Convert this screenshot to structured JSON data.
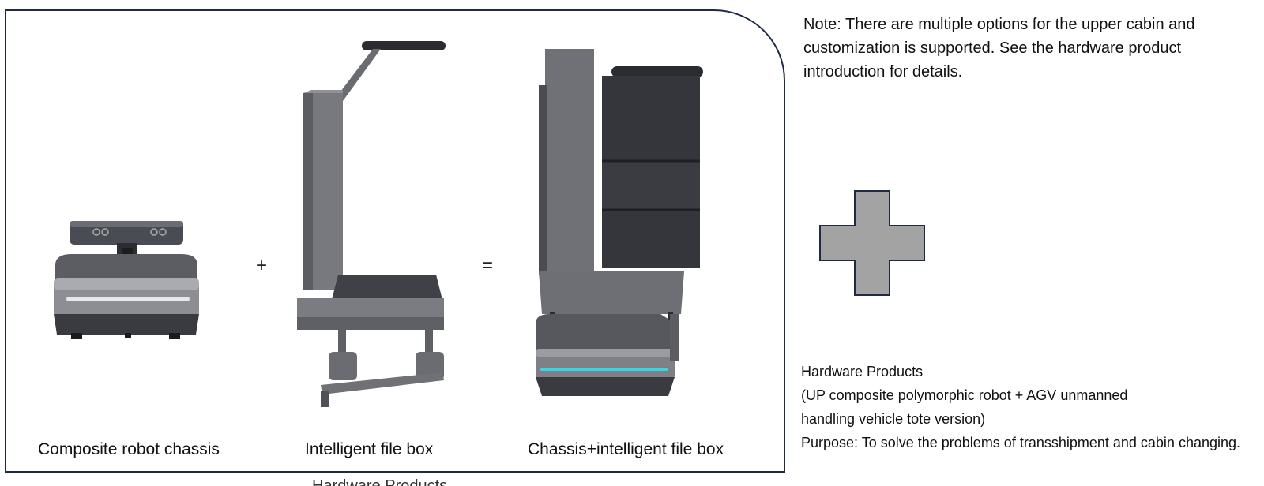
{
  "panel": {
    "operators": {
      "plus": "+",
      "equals": "="
    },
    "captions": {
      "chassis": "Composite robot chassis",
      "file_box": "Intelligent file box",
      "combined": "Chassis+intelligent file box"
    },
    "cut_off_label": "Hardware Products"
  },
  "note": {
    "text": "Note: There are multiple options for the upper cabin and customization is supported. See the hardware product introduction for details."
  },
  "plus_icon": {
    "fill": "#a3a3a3",
    "stroke": "#1f2a44"
  },
  "hardware": {
    "title": "Hardware Products",
    "subtitle_1": "(UP composite polymorphic robot + AGV unmanned",
    "subtitle_2": "handling vehicle tote version)",
    "purpose": "Purpose: To solve the problems of transshipment and cabin changing."
  },
  "colors": {
    "border": "#1f2a44",
    "device_dark": "#3b3d44",
    "device_mid": "#6e7076",
    "accent_cyan": "#35d6e6"
  }
}
